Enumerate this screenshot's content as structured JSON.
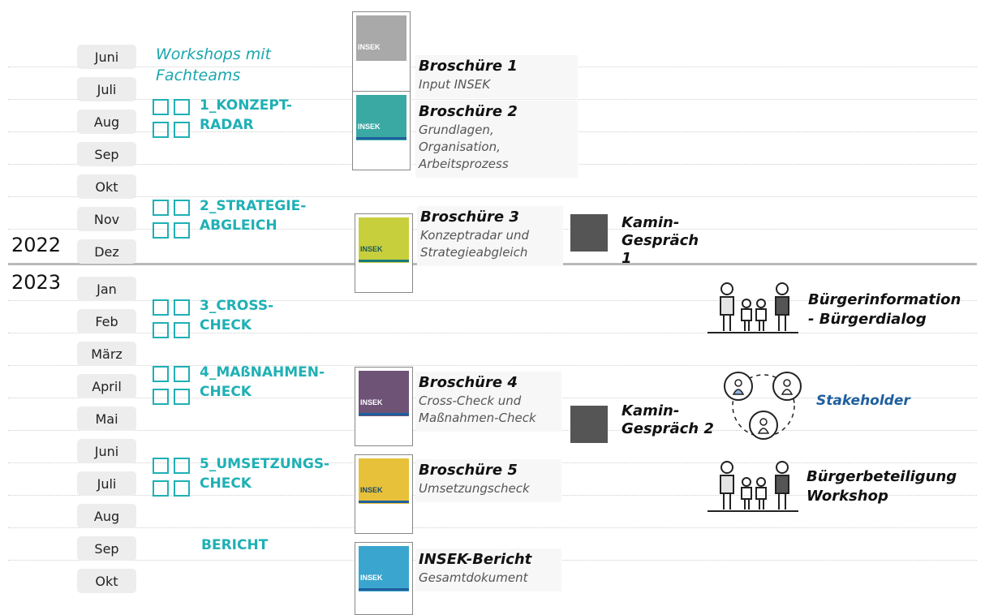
{
  "years": {
    "y2022": "2022",
    "y2023": "2023"
  },
  "months": [
    "Juni",
    "Juli",
    "Aug",
    "Sep",
    "Okt",
    "Nov",
    "Dez",
    "Jan",
    "Feb",
    "März",
    "April",
    "Mai",
    "Juni",
    "Juli",
    "Aug",
    "Sep",
    "Okt"
  ],
  "workshops": {
    "intro": "Workshops mit Fachteams",
    "phase1": "1_KONZEPT- RADAR",
    "phase2": "2_STRATEGIE- ABGLEICH",
    "phase3": "3_CROSS- CHECK",
    "phase4": "4_MAßNAHMEN- CHECK",
    "phase5": "5_UMSETZUNGS- CHECK",
    "bericht": "BERICHT"
  },
  "brochures": [
    {
      "title": "Broschüre 1",
      "subtitle": "Input INSEK",
      "cover_label": "INSEK",
      "color": "#a9a9a9"
    },
    {
      "title": "Broschüre 2",
      "subtitle": "Grundlagen, Organisation, Arbeitsprozess",
      "cover_label": "INSEK",
      "color": "#3aa9a4"
    },
    {
      "title": "Broschüre 3",
      "subtitle": "Konzeptradar und Strategieabgleich",
      "cover_label": "INSEK",
      "color": "#c8cf3c"
    },
    {
      "title": "Broschüre 4",
      "subtitle": "Cross-Check und Maßnahmen-Check",
      "cover_label": "INSEK",
      "color": "#6e5377"
    },
    {
      "title": "Broschüre 5",
      "subtitle": "Umsetzungscheck",
      "cover_label": "INSEK",
      "color": "#e8c13a"
    },
    {
      "title": "INSEK-Bericht",
      "subtitle": "Gesamtdokument",
      "cover_label": "INSEK",
      "color": "#3aa6cf"
    }
  ],
  "kamin": {
    "k1": "Kamin- Gespräch 1",
    "k2": "Kamin- Gespräch 2"
  },
  "participation": {
    "info": "Bürgerinformation - Bürgerdialog",
    "stakeholder": "Stakeholder",
    "workshop": "Bürgerbeteiligung Workshop"
  },
  "colors": {
    "accent": "#1fb0b5",
    "stakeholder": "#1f5f9e",
    "kamin": "#555555",
    "year_line": "#b9b9b9"
  }
}
